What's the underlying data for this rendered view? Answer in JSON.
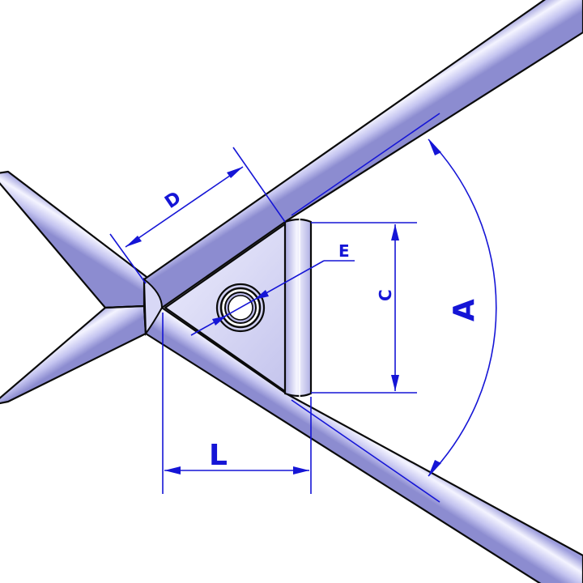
{
  "labels": {
    "A": "A",
    "C": "C",
    "D": "D",
    "E": "E",
    "L": "L"
  },
  "colors": {
    "dimension": "#1515d6",
    "tube_outline": "#0a0a0a",
    "tube_mid": "#bdbdf0",
    "tube_highlight": "#f4f4ff",
    "plate_fill": "#d2d2f2",
    "background": "#ffffff"
  },
  "icons": {
    "hole": "bolt-hole-icon"
  }
}
